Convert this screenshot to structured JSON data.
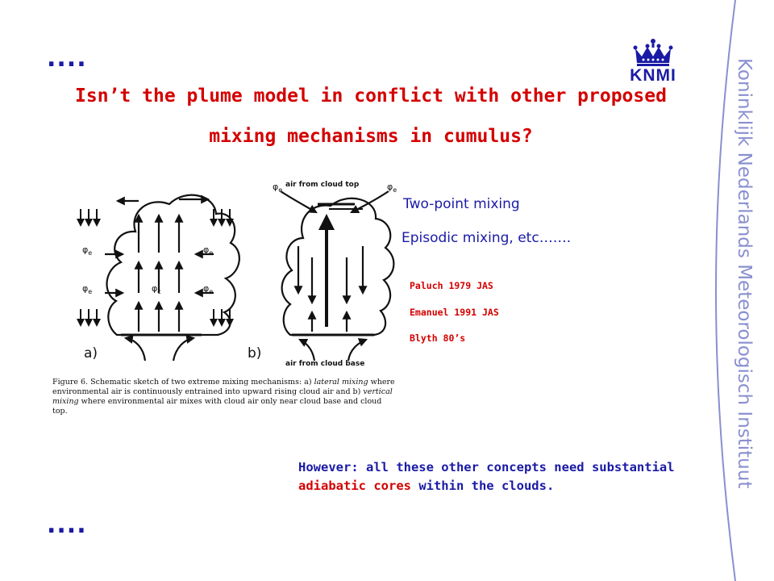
{
  "slide": {
    "dots_top": "....",
    "dots_bottom": "....",
    "title_line1": "Isn’t the plume model in conflict with other proposed",
    "title_line2": "mixing mechanisms in cumulus?",
    "logo_text": "KNMI",
    "side_text": "Koninklijk Nederlands Meteorologisch Instituut",
    "mechanisms": [
      "Two-point mixing",
      "Episodic mixing, etc……."
    ],
    "references": [
      "Paluch 1979 JAS",
      "Emanuel 1991 JAS",
      "Blyth 80’s"
    ],
    "note": {
      "part1": "However: all these other concepts need substantial ",
      "highlight": "adiabatic cores",
      "part2": " within the clouds."
    }
  },
  "figure": {
    "label_a": "a)",
    "label_b": "b)",
    "label_cloud_top": "air from cloud top",
    "label_cloud_base": "air from cloud base",
    "phi_e": "φ",
    "sub_e": "e",
    "sub_c": "c",
    "caption": {
      "prefix": "Figure 6.",
      "text1": "Schematic sketch of two extreme mixing mechanisms: a) ",
      "em1": "lateral mixing",
      "text2": " where environmental air is continuously entrained into upward rising cloud air and b) ",
      "em2": "vertical mixing",
      "text3": " where environmental air mixes with cloud air only near cloud base and cloud top."
    }
  },
  "colors": {
    "accent_blue": "#1a1aa6",
    "accent_red": "#d40000",
    "side_blue": "#8a8fd0"
  }
}
